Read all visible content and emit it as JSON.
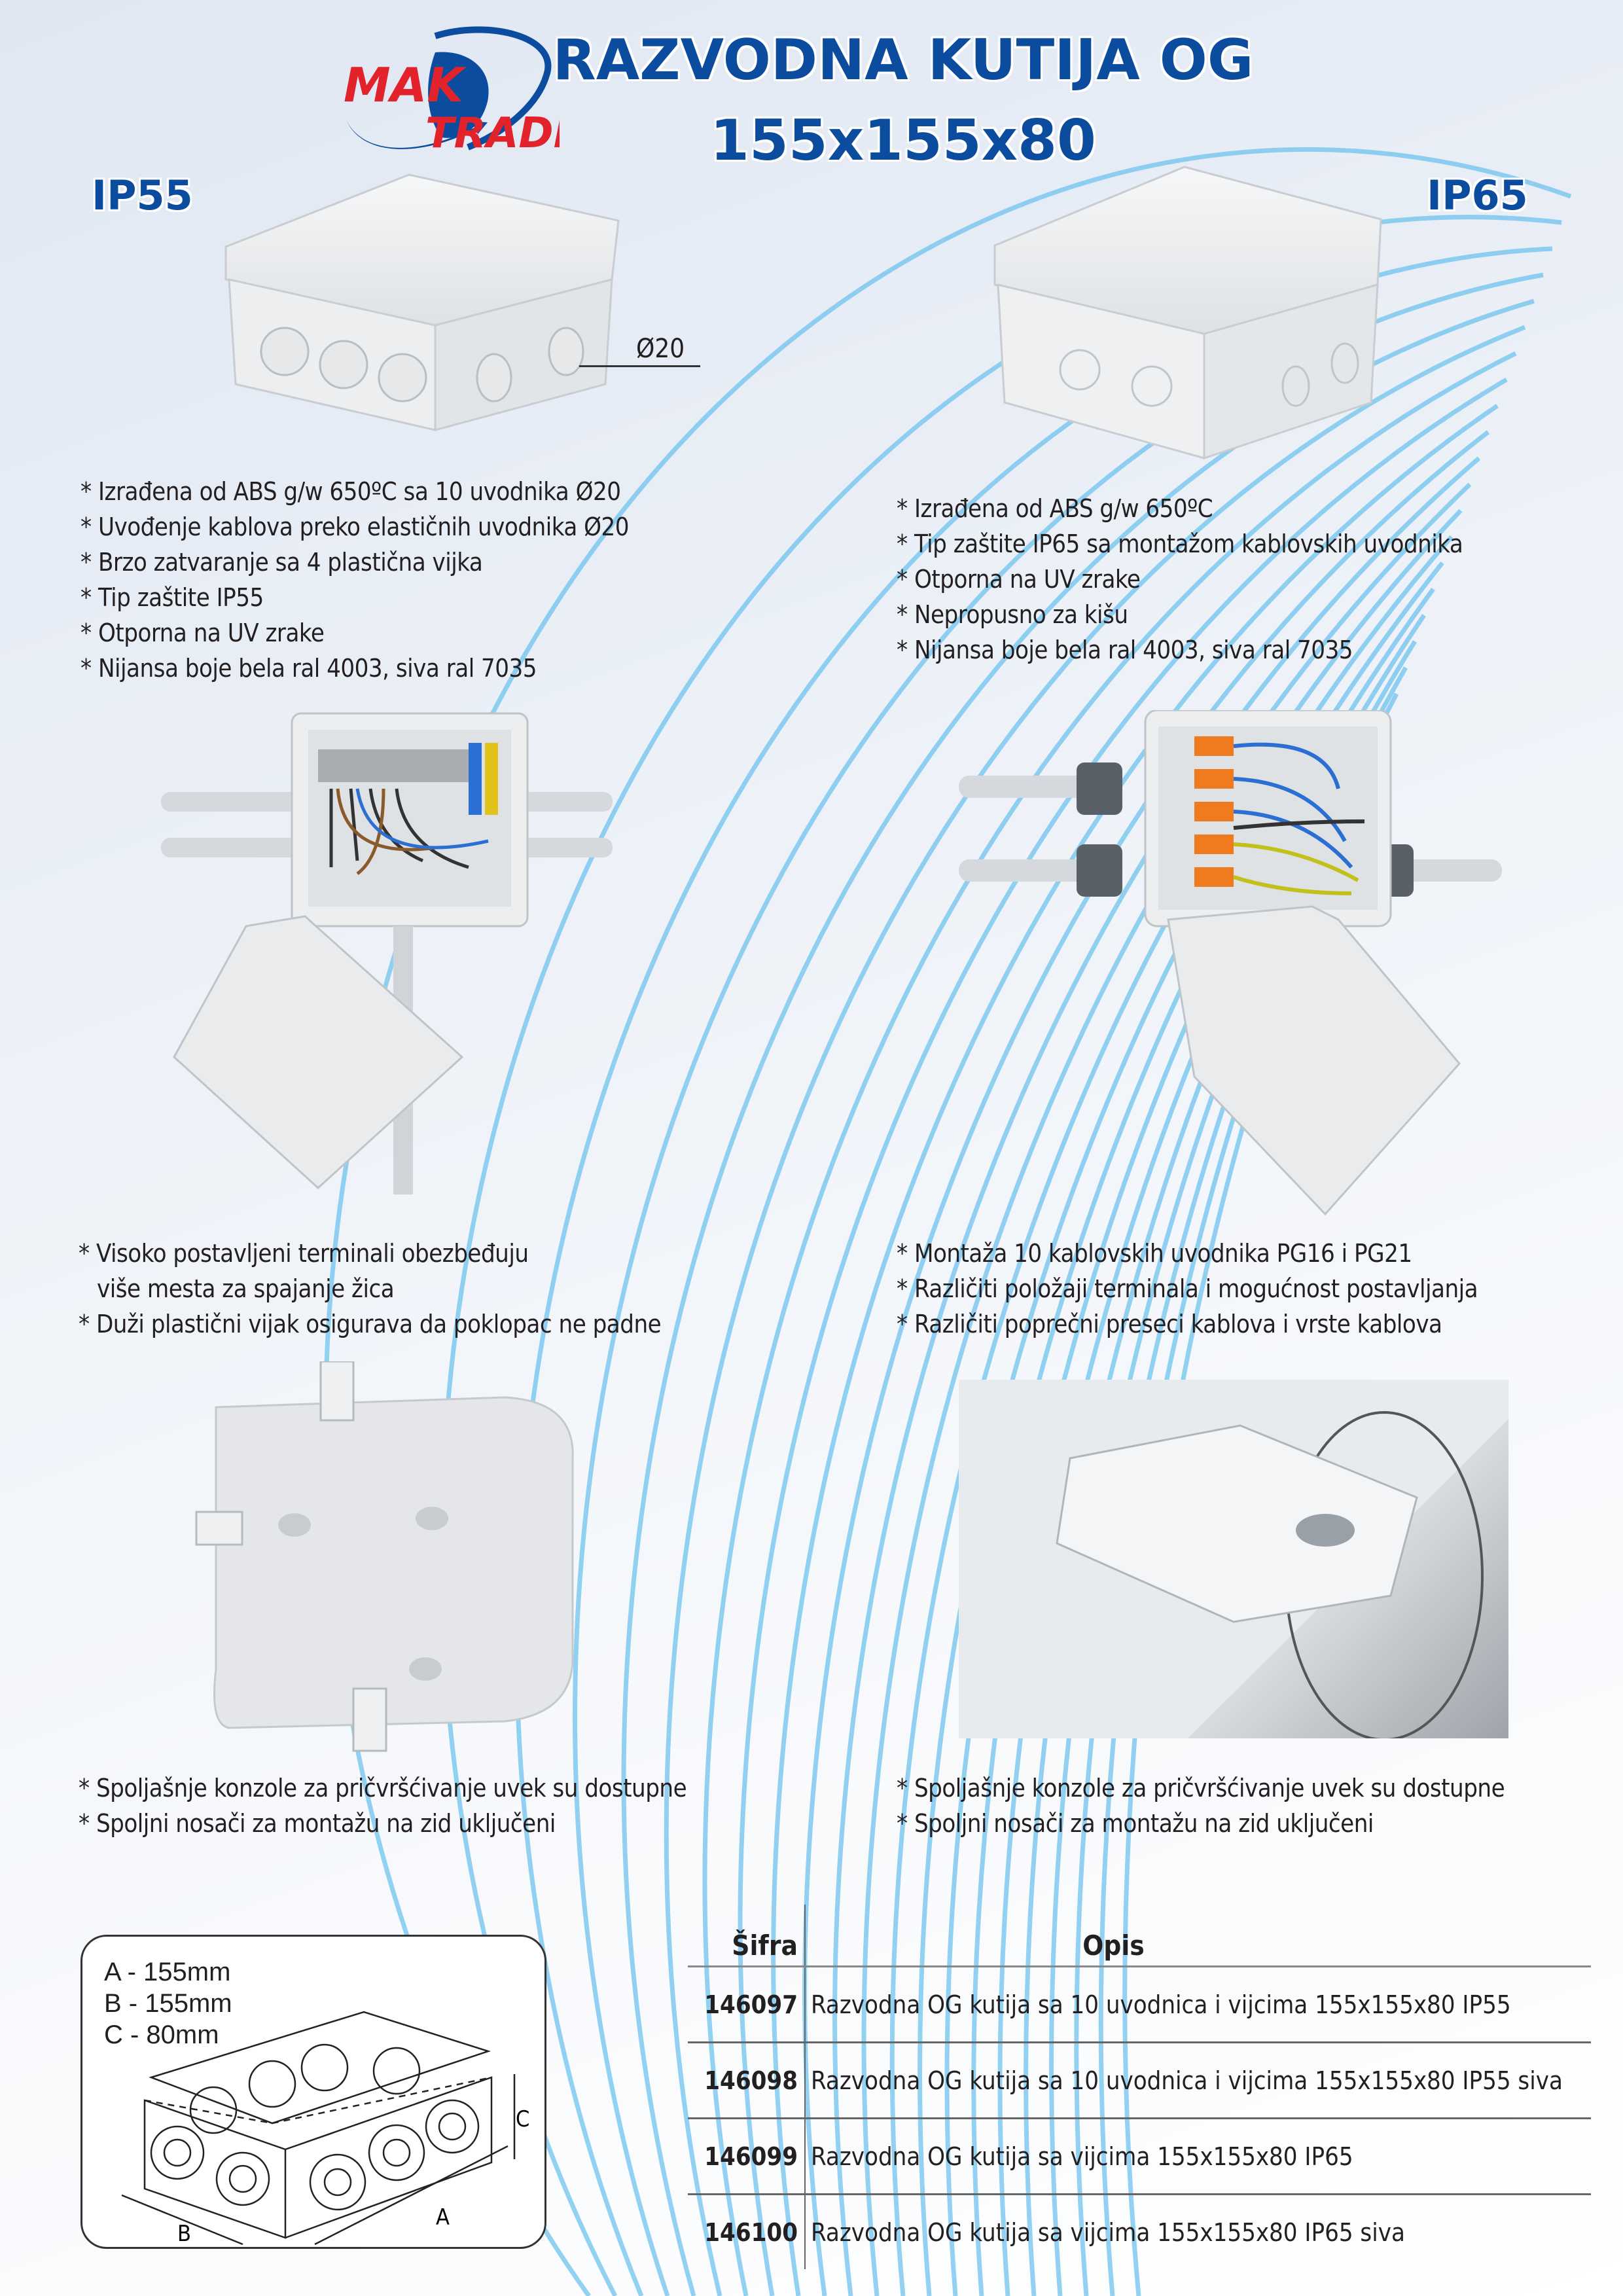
{
  "brand": {
    "logo_text_top": "MAK",
    "logo_text_bottom": "TRADE",
    "red": "#e3232b",
    "blue": "#0b4c9e"
  },
  "header": {
    "title_line1": "RAZVODNA KUTIJA OG",
    "title_line2": "155x155x80"
  },
  "left": {
    "badge": "IP55",
    "diameter_label": "Ø20",
    "features_top": [
      "* Izrađena od ABS g/w 650ºC sa 10 uvodnika Ø20",
      "* Uvođenje kablova preko elastičnih uvodnika Ø20",
      "* Brzo zatvaranje sa 4 plastična vijka",
      "* Tip zaštite IP55",
      "* Otporna na UV zrake",
      "* Nijansa boje bela ral 4003, siva ral 7035"
    ],
    "features_mid": [
      "* Visoko postavljeni terminali obezbeđuju",
      "više mesta za spajanje žica",
      "* Duži plastični vijak osigurava da poklopac ne padne"
    ],
    "features_bottom": [
      "* Spoljašnje konzole za pričvršćivanje uvek su dostupne",
      "* Spoljni nosači za montažu na zid uključeni"
    ]
  },
  "right": {
    "badge": "IP65",
    "features_top": [
      "* Izrađena od ABS g/w 650ºC",
      "* Tip zaštite IP65 sa montažom kablovskih uvodnika",
      "* Otporna na UV zrake",
      "* Nepropusno za kišu",
      "* Nijansa boje bela ral 4003, siva ral 7035"
    ],
    "features_mid": [
      "* Montaža 10 kablovskih uvodnika PG16 i PG21",
      "*  Različiti položaji terminala i mogućnost postavljanja",
      "* Različiti poprečni preseci kablova i vrste kablova"
    ],
    "features_bottom": [
      "* Spoljašnje konzole za pričvršćivanje uvek su dostupne",
      "* Spoljni nosači za montažu na zid uključeni"
    ]
  },
  "dimensions": {
    "lines": [
      "A - 155mm",
      "B - 155mm",
      "C - 80mm"
    ],
    "axis_labels": {
      "a": "A",
      "b": "B",
      "c": "C"
    }
  },
  "table": {
    "headers": {
      "code": "Šifra",
      "description": "Opis"
    },
    "rows": [
      {
        "code": "146097",
        "description": "Razvodna OG kutija sa 10 uvodnica i vijcima 155x155x80 IP55"
      },
      {
        "code": "146098",
        "description": "Razvodna OG kutija sa 10 uvodnica i vijcima 155x155x80 IP55 siva"
      },
      {
        "code": "146099",
        "description": "Razvodna OG kutija sa vijcima 155x155x80 IP65"
      },
      {
        "code": "146100",
        "description": "Razvodna OG kutija sa vijcima 155x155x80 IP65 siva"
      }
    ]
  }
}
